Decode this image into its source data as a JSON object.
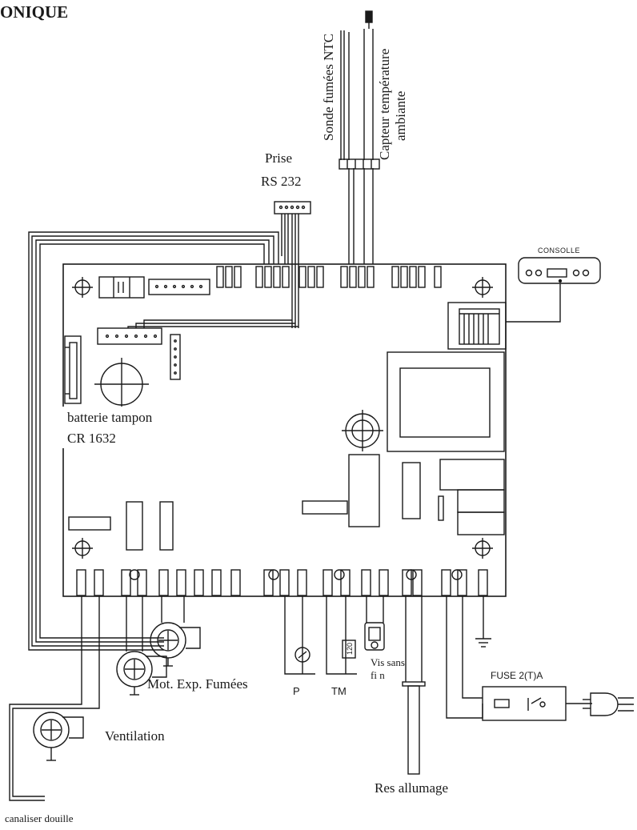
{
  "title": "ONIQUE",
  "labels": {
    "sonde": "Sonde fumées NTC",
    "capteur_1": "Capteur température",
    "capteur_2": "ambiante",
    "prise_1": "Prise",
    "prise_2": "RS 232",
    "console": "CONSOLLE",
    "batterie_1": "batterie tampon",
    "batterie_2": "CR 1632",
    "mot_exp": "Mot. Exp. Fumées",
    "vis_1": "Vis sans",
    "vis_2": "fi n",
    "fuse": "FUSE 2(T)A",
    "ventilation": "Ventilation",
    "canaliser": "canaliser douille",
    "p": "P",
    "tm": "TM",
    "tm_val": "120",
    "res": "Res allumage"
  },
  "colors": {
    "line": "#1a1a1a",
    "paper": "#ffffff"
  }
}
